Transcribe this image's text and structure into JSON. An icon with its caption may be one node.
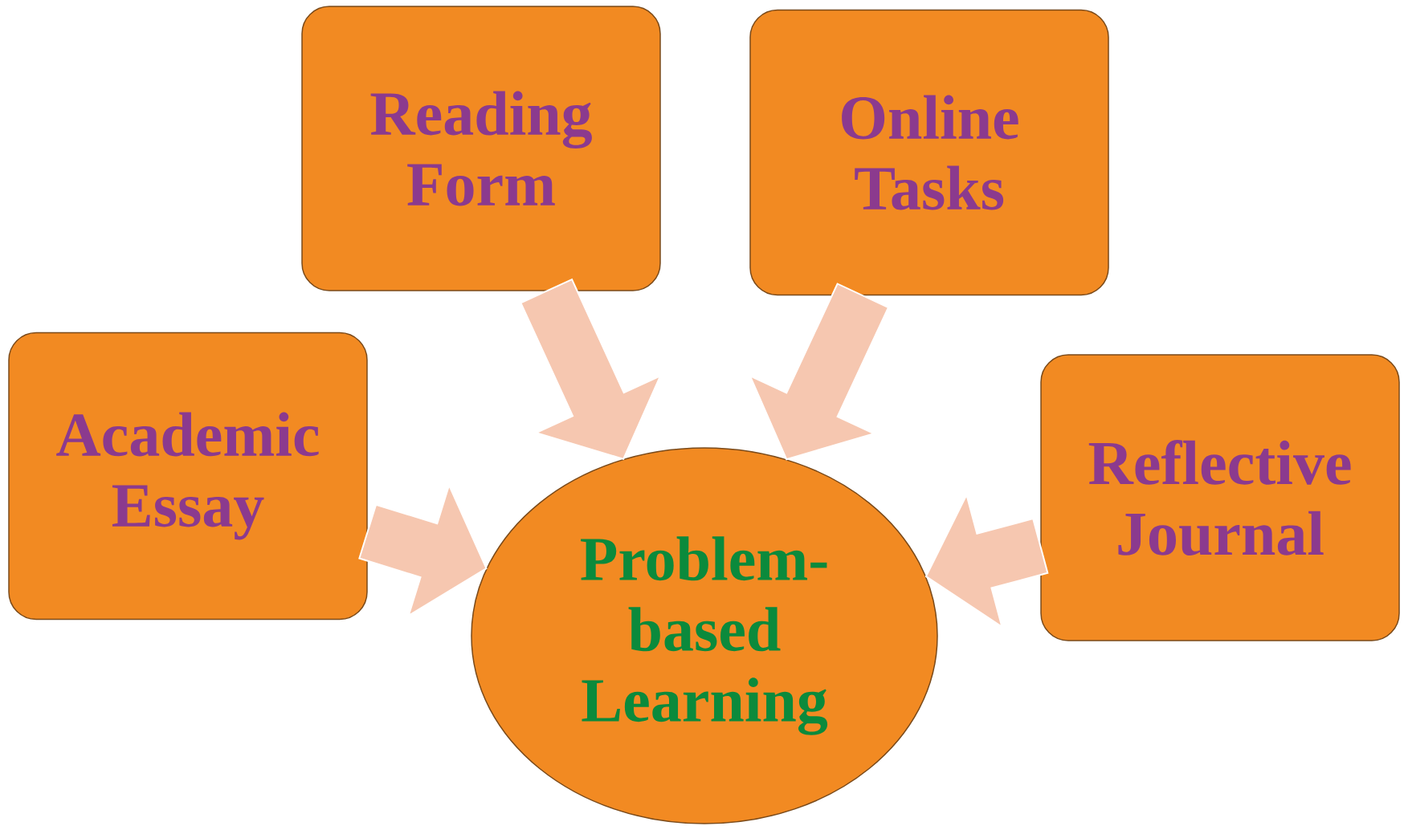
{
  "diagram": {
    "nodes": [
      {
        "text": [
          "Reading Form"
        ]
      },
      {
        "text": [
          "Online Tasks"
        ]
      },
      {
        "text": [
          "Academic Essay"
        ]
      },
      {
        "text": [
          "Reflective Journal"
        ]
      },
      {
        "text": [
          "Problem-based Learning"
        ]
      }
    ],
    "edges": [
      {
        "from": 0,
        "to": 4,
        "arrow": "to"
      },
      {
        "from": 1,
        "to": 4,
        "arrow": "to"
      },
      {
        "from": 2,
        "to": 4,
        "arrow": "to"
      },
      {
        "from": 3,
        "to": 4,
        "arrow": "to"
      }
    ]
  }
}
